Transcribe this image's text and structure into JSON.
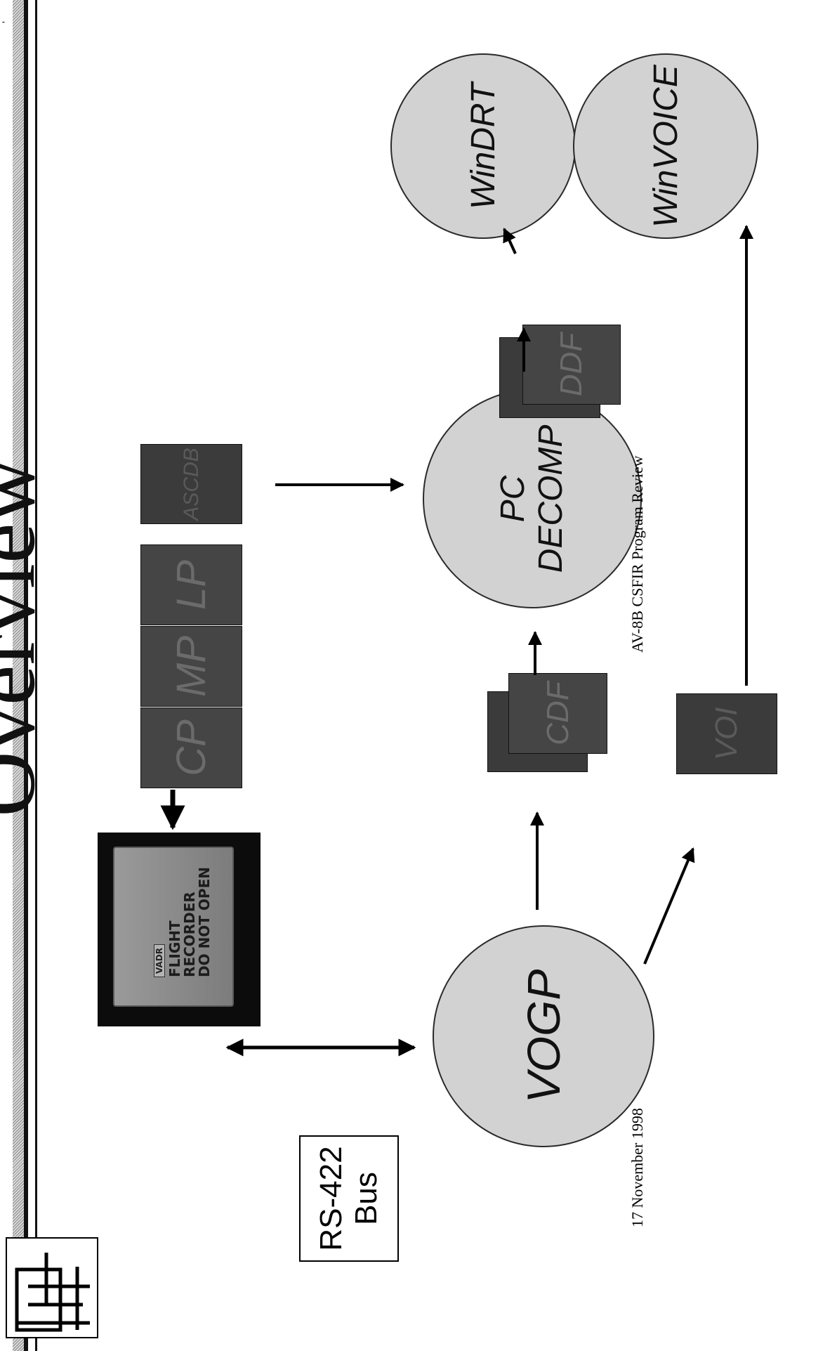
{
  "title": "Overview",
  "recorder": {
    "brand": "VADR",
    "label_lines": [
      "FLIGHT",
      "RECORDER",
      "DO NOT OPEN"
    ]
  },
  "bus": {
    "line1": "RS-422",
    "line2": "Bus"
  },
  "data_boxes": {
    "cp": "CP",
    "mp": "MP",
    "lp": "LP",
    "ascdb": "ASCDB",
    "cdf": "CDF",
    "ddf": "DDF",
    "voi": "VOI"
  },
  "processes": {
    "vogp": "VOGP",
    "pc_decomp_line1": "PC",
    "pc_decomp_line2": "DECOMP",
    "windrt": "WinDRT",
    "winvoice": "WinVOICE"
  },
  "footer": {
    "date": "17 November 1998",
    "review": "AV-8B CSFIR Program Review"
  },
  "page_mark": "'"
}
